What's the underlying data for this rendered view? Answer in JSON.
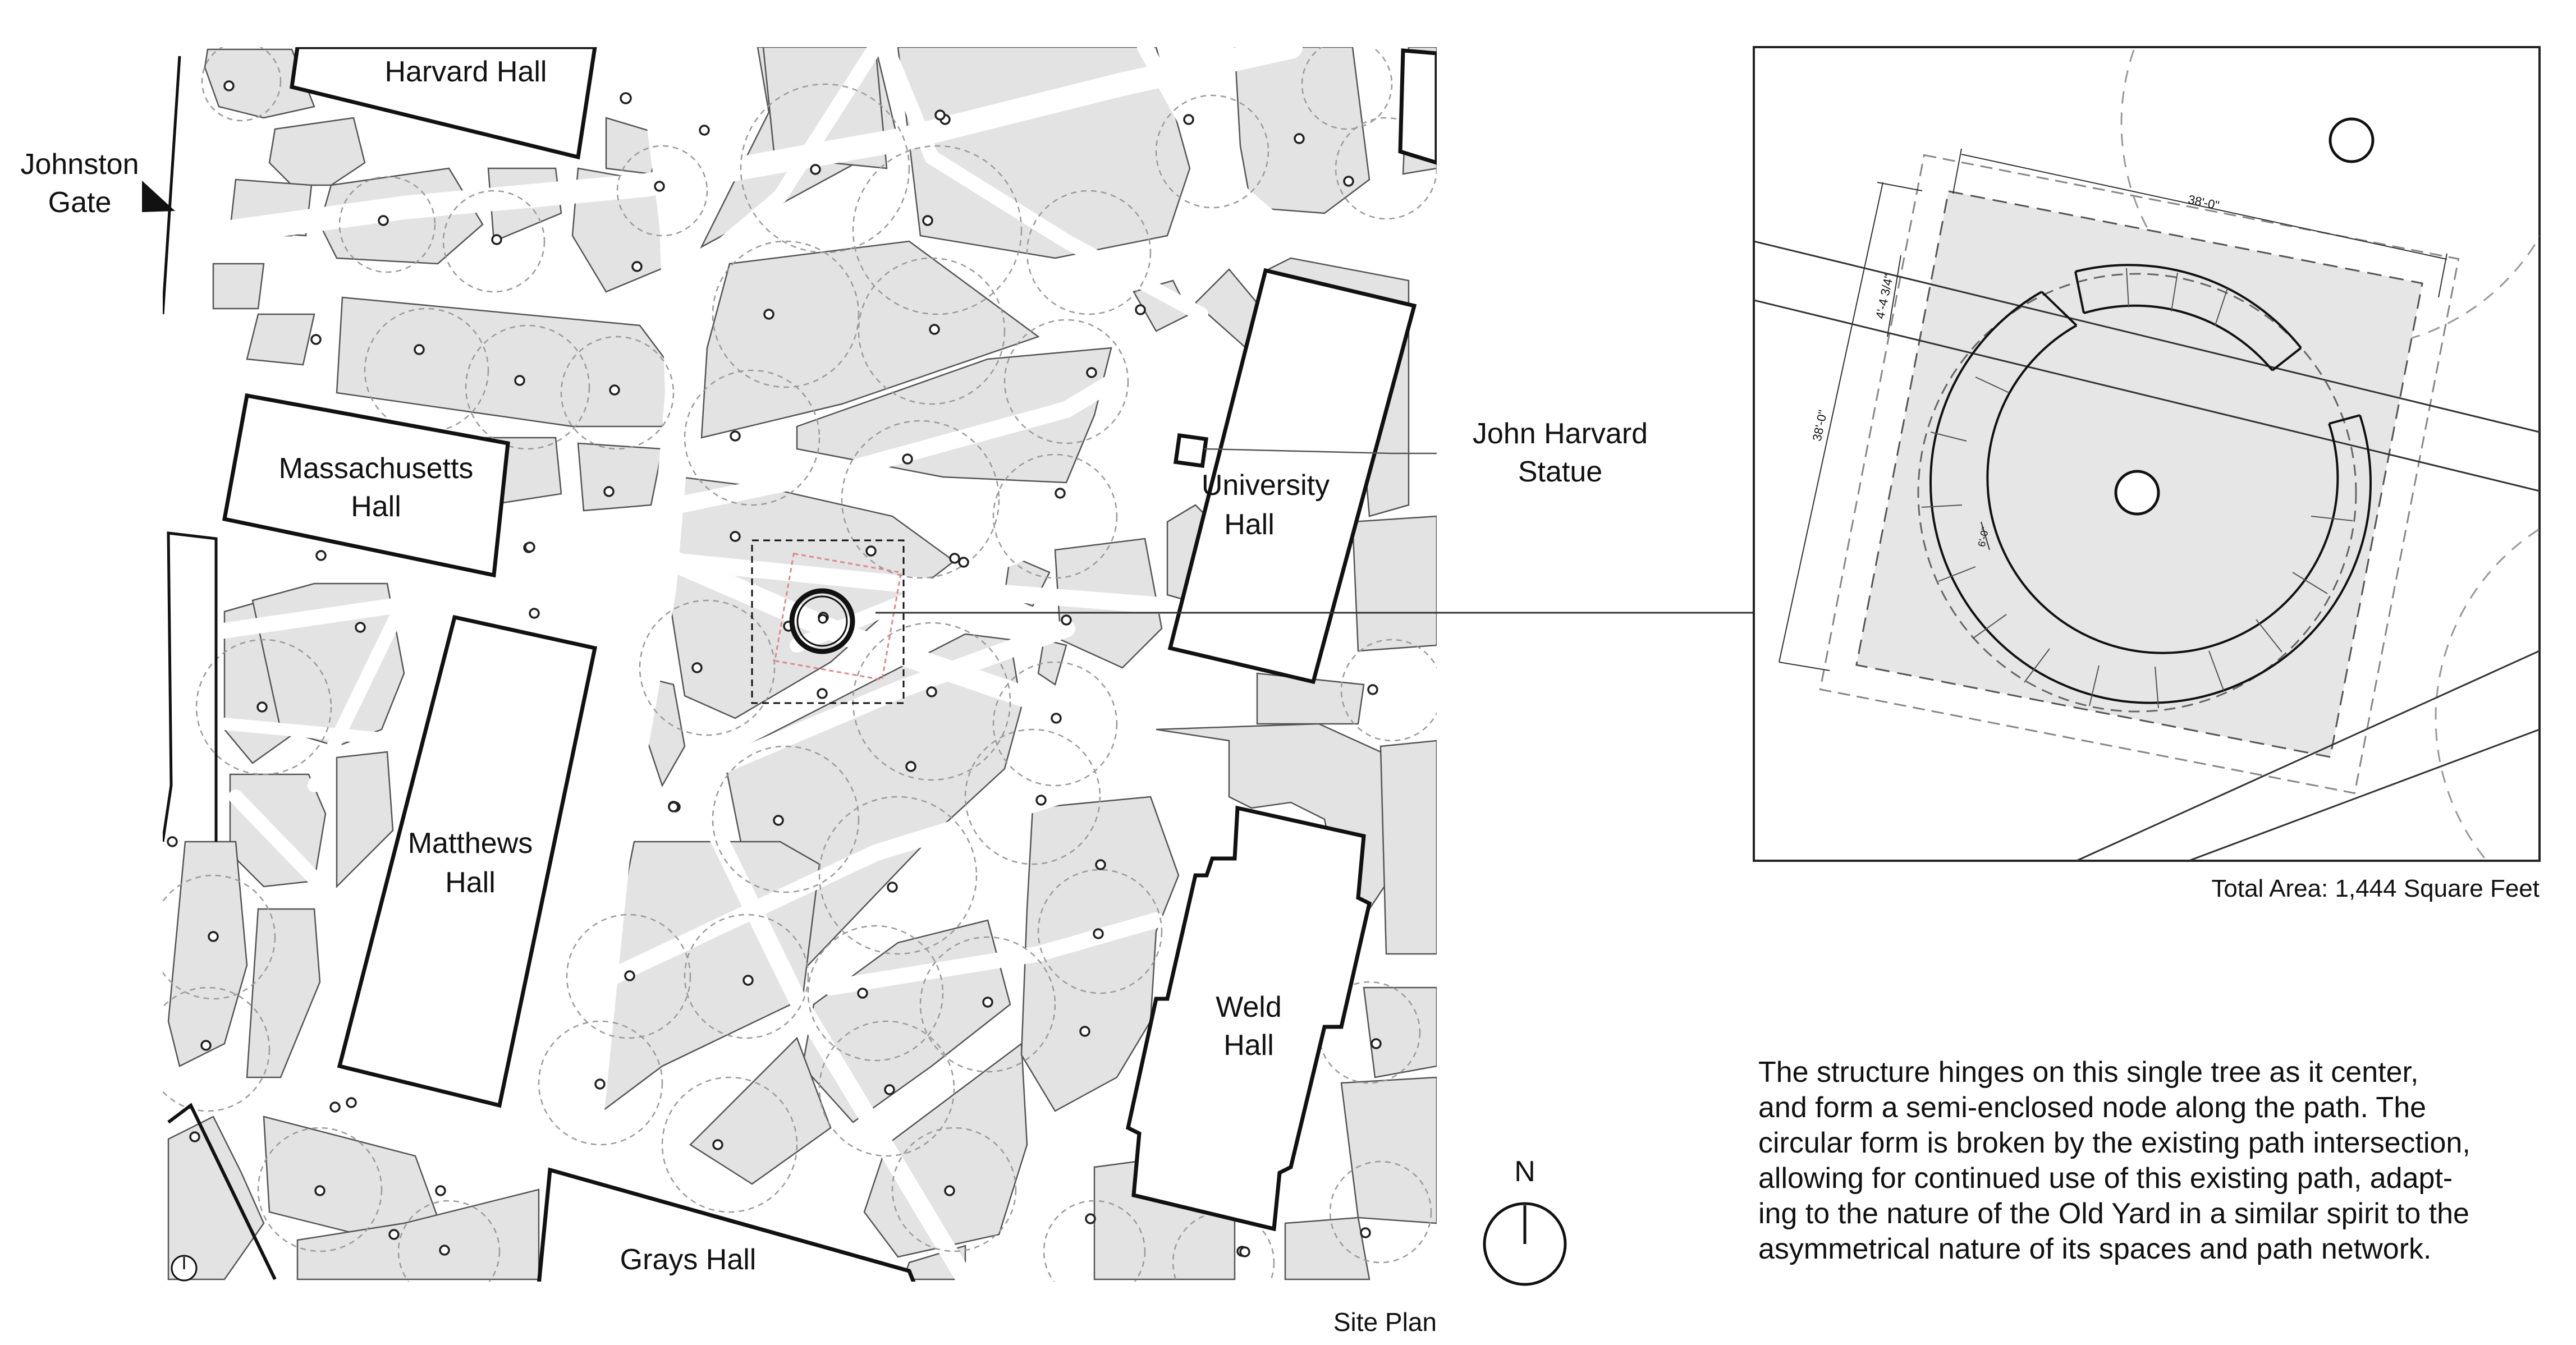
{
  "site_plan": {
    "caption": "Site Plan",
    "buildings": {
      "harvard_hall": "Harvard Hall",
      "massachusetts_hall": [
        "Massachusetts",
        "Hall"
      ],
      "matthews_hall": [
        "Matthews",
        "Hall"
      ],
      "university_hall": [
        "University",
        "Hall"
      ],
      "weld_hall": [
        "Weld",
        "Hall"
      ],
      "grays_hall": "Grays Hall"
    },
    "gate_label": [
      "Johnston",
      "Gate"
    ],
    "statue_label": [
      "John Harvard",
      "Statue"
    ],
    "north_arrow_label": "N"
  },
  "detail_plan": {
    "dimension_width": "38'-0\"",
    "dimension_height": "38'-0\"",
    "dimension_offset": "4'-4 3/4\"",
    "dimension_radial": "6'-0\"",
    "total_area": "Total Area:  1,444 Square Feet"
  },
  "description": {
    "lines": [
      "The structure hinges on this single tree as it center,",
      "and form a semi-enclosed node along the path. The",
      "circular form is broken by the existing path intersection,",
      "allowing for continued use of this existing path, adapt-",
      "ing to the nature of the Old Yard in a similar spirit to the",
      "asymmetrical nature of its spaces and path network."
    ]
  }
}
